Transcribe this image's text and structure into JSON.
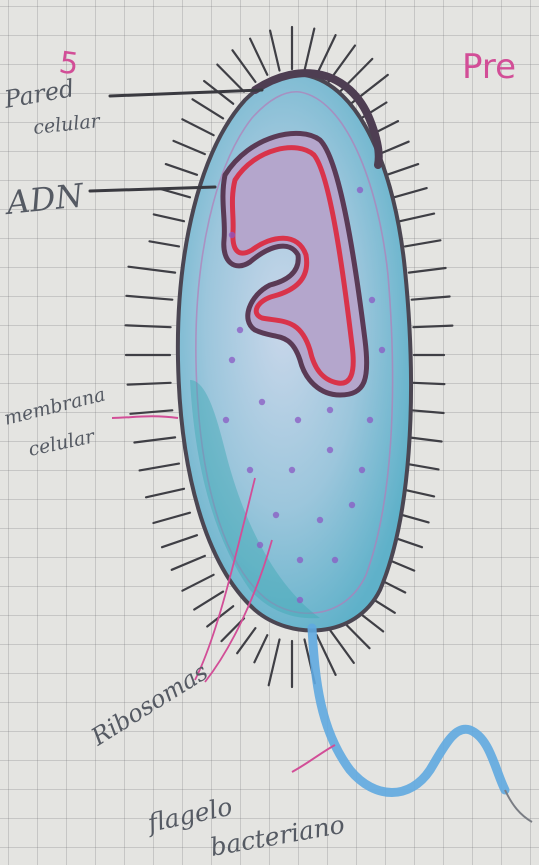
{
  "page_number": "5",
  "header_fragment": "Pre",
  "labels": {
    "pared_celular_line1": "Pared",
    "pared_celular_line2": "celular",
    "adn": "ADN",
    "membrana_line1": "membrana",
    "membrana_line2": "celular",
    "ribosomas": "Ribosomas",
    "flagelo_line1": "flagelo",
    "flagelo_line2": "bacteriano"
  },
  "colors": {
    "cell_fill": "#87bfd8",
    "cell_outline": "#4b4652",
    "dna_red": "#d9334a",
    "dna_outline": "#5a3a55",
    "flagellum": "#5fa8e0",
    "pink_pen": "#d24e97",
    "pencil": "#55585f",
    "paper": "#e4e4e1"
  }
}
